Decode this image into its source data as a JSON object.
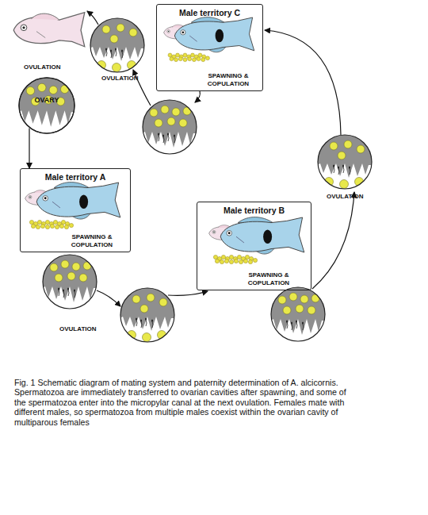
{
  "diagram": {
    "caption": "Fig. 1 Schematic diagram of mating system and paternity determination of A. alcicornis. Spermatozoa are immediately transferred to ovarian cavities after spawning, and some of the spermatozoa enter into the micropylar canal at the next ovulation. Females mate with different males, so spermatozoa from multiple males coexist within the ovarian cavity of multiparous females",
    "nodes": [
      {
        "text": [
          "Male territory C",
          "SPAWNING & COPULATION"
        ]
      },
      {
        "text": [
          "OVARY"
        ]
      },
      {
        "text": [
          "Male territory A",
          "SPAWNING & COPULATION"
        ]
      },
      {
        "text": [
          "Male territory B",
          "SPAWNING & COPULATION"
        ]
      }
    ],
    "edges": [
      {
        "from": 1,
        "to": 2,
        "arrow": "to"
      }
    ],
    "labels": [
      "OVULATION",
      "OVULATION",
      "OVULATION",
      "OVULATION"
    ]
  }
}
